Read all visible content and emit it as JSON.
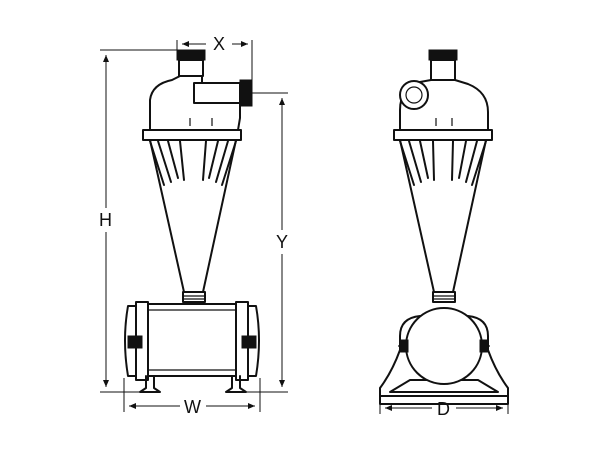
{
  "dimensions": {
    "x": "X",
    "h": "H",
    "y": "Y",
    "w": "W",
    "d": "D"
  },
  "colors": {
    "line": "#111111",
    "background": "#ffffff"
  }
}
